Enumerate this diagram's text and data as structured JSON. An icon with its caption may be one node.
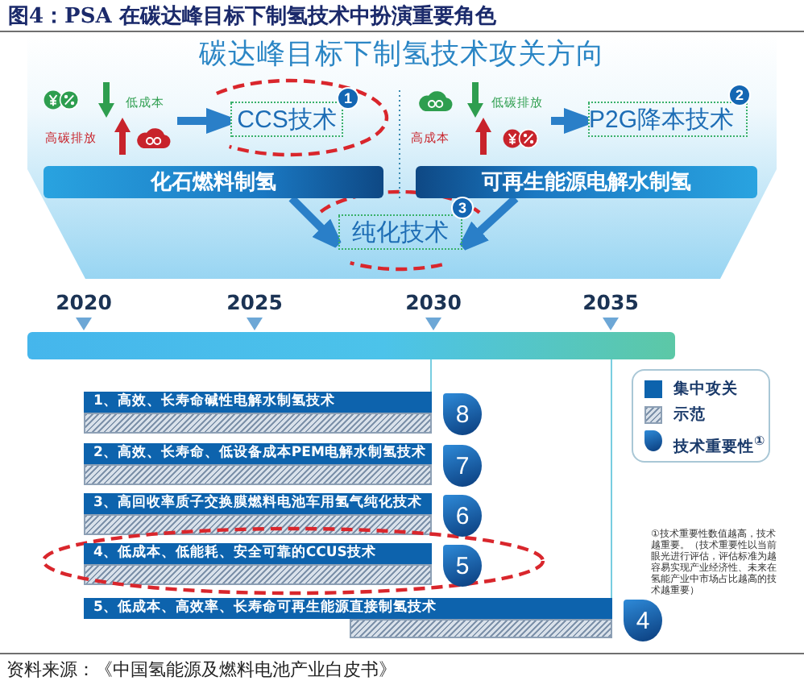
{
  "diagram": {
    "title": "图4：PSA 在碳达峰目标下制氢技术中扮演重要角色",
    "caption": "资料来源：《中国氢能源及燃料电池产业白皮书》",
    "nodes": [
      {
        "text": [
          "碳达峰目标下制氢技术攻关方向"
        ]
      },
      {
        "text": [
          "低成本",
          "高碳排放"
        ],
        "in": 0
      },
      {
        "text": [
          "CCS技术"
        ],
        "in": 0
      },
      {
        "text": [
          "1"
        ],
        "in": 0
      },
      {
        "text": [
          "低碳排放",
          "高成本"
        ],
        "in": 0
      },
      {
        "text": [
          "P2G降本技术"
        ],
        "in": 0
      },
      {
        "text": [
          "2"
        ],
        "in": 0
      },
      {
        "text": [
          "化石燃料制氢"
        ],
        "in": 0
      },
      {
        "text": [
          "可再生能源电解水制氢"
        ],
        "in": 0
      },
      {
        "text": [
          "纯化技术"
        ],
        "in": 0
      },
      {
        "text": [
          "3"
        ],
        "in": 0
      },
      {
        "text": [],
        "shape": "bar"
      },
      {
        "text": [
          "1、高效、长寿命碱性电解水制氢技术"
        ]
      },
      {
        "text": [
          "8"
        ]
      },
      {
        "text": [
          "2、高效、长寿命、低设备成本PEM电解水制氢技术"
        ]
      },
      {
        "text": [
          "7"
        ]
      },
      {
        "text": [
          "3、高回收率质子交换膜燃料电池车用氢气纯化技术"
        ]
      },
      {
        "text": [
          "6"
        ]
      },
      {
        "text": [
          "4、低成本、低能耗、安全可靠的CCUS技术"
        ]
      },
      {
        "text": [
          "5"
        ]
      },
      {
        "text": [
          "5、低成本、高效率、长寿命可再生能源直接制氢技术"
        ]
      },
      {
        "text": [
          "4"
        ]
      }
    ],
    "edges": [
      {
        "from": 1,
        "to": 2,
        "arrow": "to"
      },
      {
        "from": 4,
        "to": 5,
        "arrow": "to"
      },
      {
        "from": 7,
        "to": 9,
        "arrow": "to"
      },
      {
        "from": 8,
        "to": 9,
        "arrow": "to"
      },
      {
        "from": 11,
        "to": 12,
        "arrow": "none",
        "color": "#78cde0"
      },
      {
        "from": 11,
        "to": 20,
        "arrow": "none",
        "color": "#78cde0"
      }
    ],
    "labels": [
      "2020",
      "2025",
      "2030",
      "2035",
      "①技术重要性数值越高，技术越重要。（技术重要性以当前眼光进行评估，评估标准为越容易实现产业经济性、未来在氢能产业中市场占比越高的技术越重要）"
    ],
    "legend": [
      {
        "text": "集中攻关",
        "color": "#0d63ad"
      },
      {
        "text": "示范"
      },
      {
        "text": "技术重要性$^{①}$"
      }
    ]
  }
}
